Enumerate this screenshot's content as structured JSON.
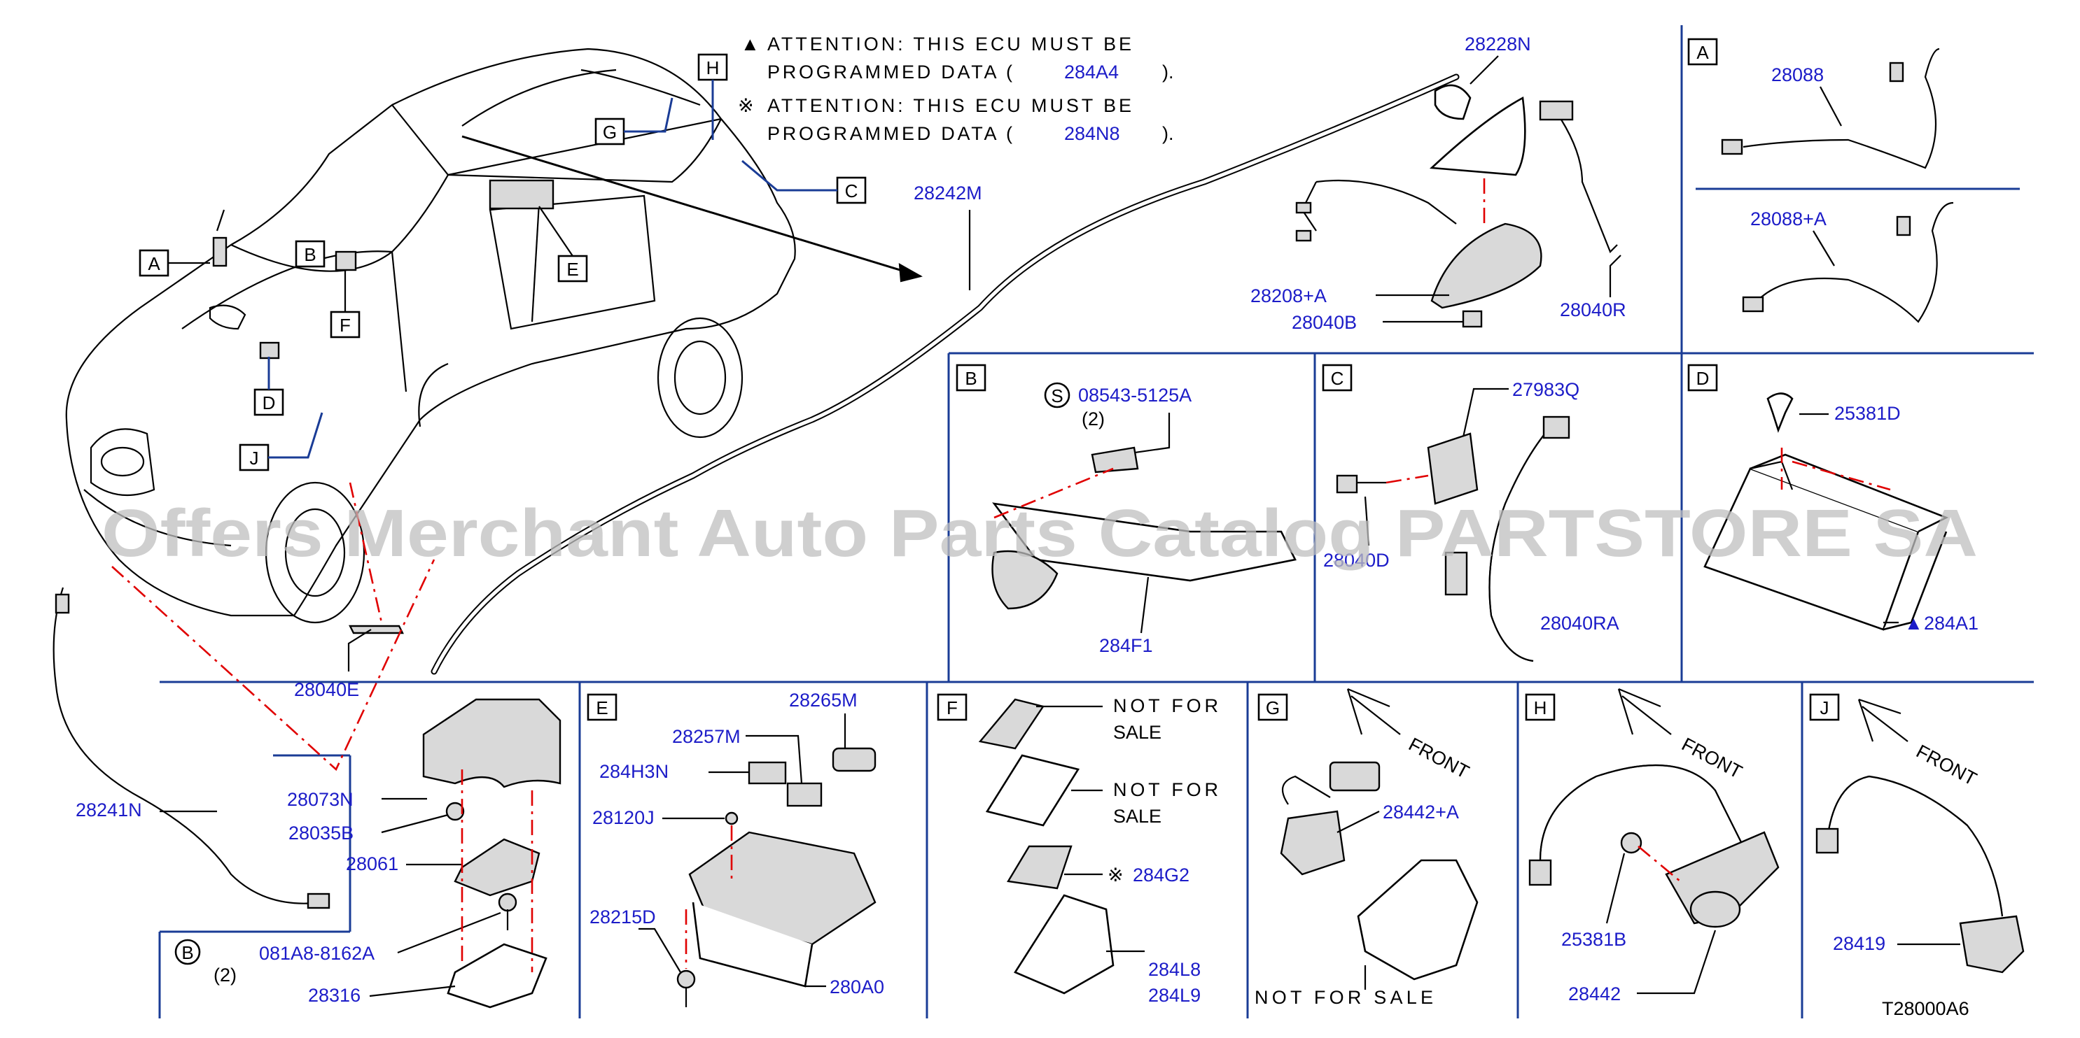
{
  "diagram": {
    "attention_1": {
      "symbol": "▲",
      "line1": "ATTENTION: THIS ECU MUST BE",
      "line2_prefix": "PROGRAMMED DATA (",
      "code": "284A4",
      "line2_suffix": ")."
    },
    "attention_2": {
      "symbol": "※",
      "line1": "ATTENTION: THIS ECU MUST BE",
      "line2_prefix": "PROGRAMMED DATA (",
      "code": "284N8",
      "line2_suffix": ")."
    },
    "vehicle_callouts": [
      "J",
      "B",
      "F",
      "E",
      "G",
      "H",
      "C",
      "D",
      "A"
    ],
    "main_parts": {
      "p28242M": "28242M",
      "p28040E": "28040E",
      "p28241N": "28241N",
      "p28228N": "28228N",
      "p28208A": "28208+A",
      "p28040B": "28040B",
      "p28040R": "28040R"
    },
    "panel_A": {
      "letter": "A",
      "part1": "28088",
      "part2": "28088+A"
    },
    "panel_B": {
      "letter": "B",
      "screw_symbol": "S",
      "screw": "08543-5125A",
      "qty": "(2)",
      "bracket": "284F1"
    },
    "panel_C": {
      "letter": "C",
      "bracket": "27983Q",
      "bolt": "28040D",
      "harness": "28040RA"
    },
    "panel_D": {
      "letter": "D",
      "screw": "25381D",
      "ecu": "284A1",
      "ecu_symbol": "▲"
    },
    "panel_bl": {
      "unit": "28073N",
      "nut": "28035B",
      "module": "28061",
      "bolt": "081A8-8162A",
      "bracket": "28316",
      "bolt_symbol": "B",
      "qty": "(2)"
    },
    "panel_E": {
      "letter": "E",
      "p1": "28265M",
      "p2": "28257M",
      "p3": "284H3N",
      "p4": "28120J",
      "p5": "28215D",
      "p6": "280A0"
    },
    "panel_F": {
      "letter": "F",
      "nfs1_line1": "NOT FOR",
      "nfs1_line2": "SALE",
      "nfs2_line1": "NOT FOR",
      "nfs2_line2": "SALE",
      "p1_symbol": "※",
      "p1": "284G2",
      "p2": "284L8",
      "p3": "284L9"
    },
    "panel_G": {
      "letter": "G",
      "front": "FRONT",
      "part": "28442+A",
      "nfs": "NOT FOR SALE"
    },
    "panel_H": {
      "letter": "H",
      "front": "FRONT",
      "p1": "25381B",
      "p2": "28442"
    },
    "panel_J": {
      "letter": "J",
      "front": "FRONT",
      "part": "28419"
    },
    "figure_code": "T28000A6",
    "watermark": "Offers Merchant Auto Parts Catalog PARTSTORE SA"
  }
}
